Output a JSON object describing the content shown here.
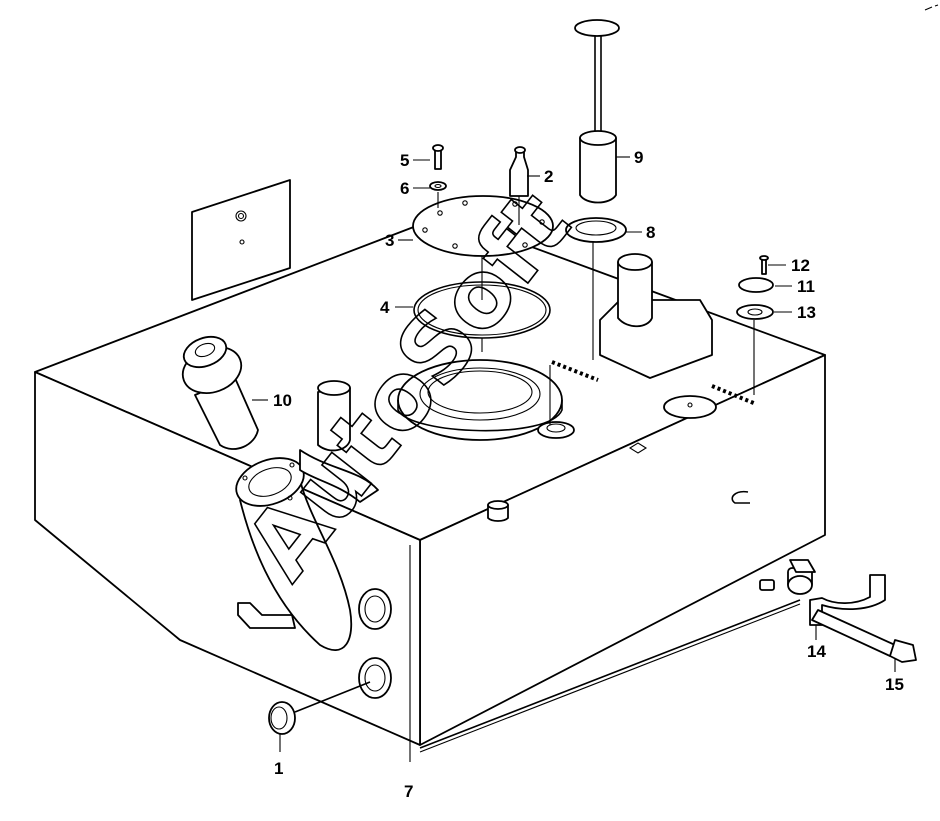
{
  "diagram": {
    "watermark": "AutoSoft",
    "callouts": [
      {
        "id": "1",
        "label": "1"
      },
      {
        "id": "2",
        "label": "2"
      },
      {
        "id": "3",
        "label": "3"
      },
      {
        "id": "4",
        "label": "4"
      },
      {
        "id": "5",
        "label": "5"
      },
      {
        "id": "6",
        "label": "6"
      },
      {
        "id": "7",
        "label": "7"
      },
      {
        "id": "8",
        "label": "8"
      },
      {
        "id": "9",
        "label": "9"
      },
      {
        "id": "10",
        "label": "10"
      },
      {
        "id": "11",
        "label": "11"
      },
      {
        "id": "12",
        "label": "12"
      },
      {
        "id": "13",
        "label": "13"
      },
      {
        "id": "14",
        "label": "14"
      },
      {
        "id": "15",
        "label": "15"
      }
    ]
  }
}
